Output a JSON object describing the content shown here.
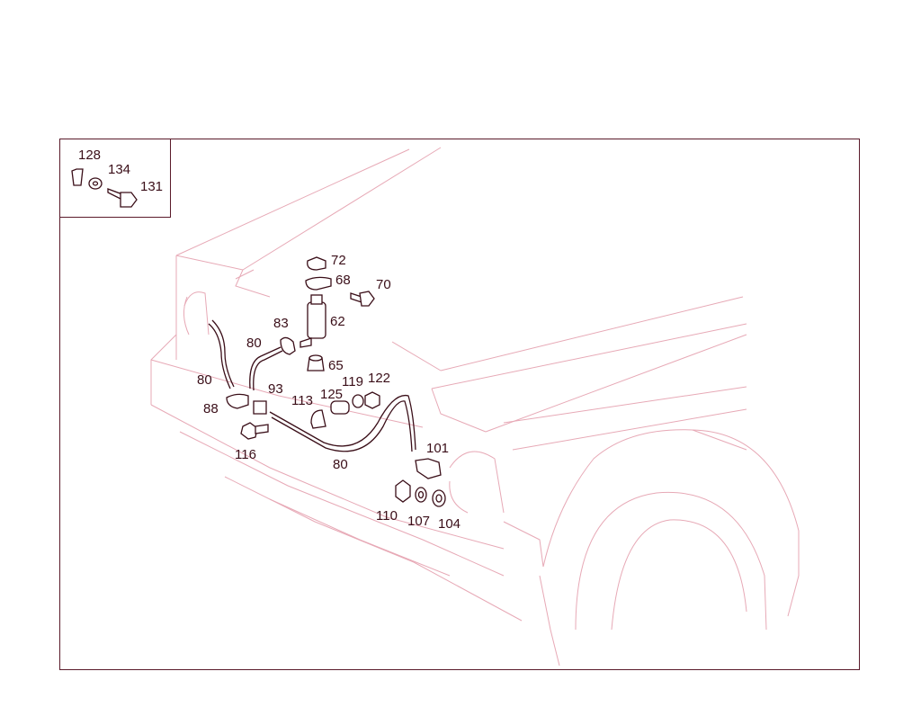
{
  "colors": {
    "frame": "#5a1a2a",
    "car_outline": "#e7a9b6",
    "part": "#3a0e18",
    "background": "#ffffff"
  },
  "inset_labels": {
    "p128": "128",
    "p134": "134",
    "p131": "131"
  },
  "labels": {
    "p72": "72",
    "p68": "68",
    "p70": "70",
    "p62": "62",
    "p83": "83",
    "p80a": "80",
    "p80b": "80",
    "p80c": "80",
    "p65": "65",
    "p93": "93",
    "p88": "88",
    "p113": "113",
    "p125": "125",
    "p119": "119",
    "p122": "122",
    "p116": "116",
    "p101": "101",
    "p110": "110",
    "p107": "107",
    "p104": "104"
  }
}
